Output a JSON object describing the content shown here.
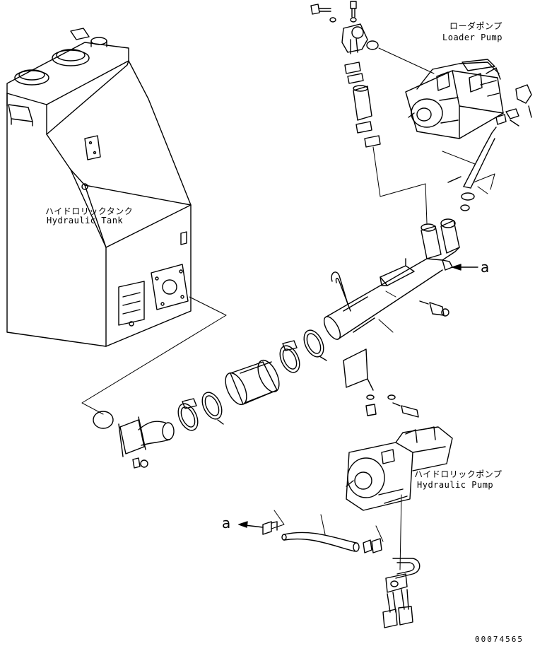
{
  "labels": {
    "loader_pump_jp": "ローダポンプ",
    "loader_pump_en": "Loader Pump",
    "hydraulic_tank_jp": "ハイドロリックタンク",
    "hydraulic_tank_en": "Hydraulic Tank",
    "hydraulic_pump_jp": "ハイドロリックポンプ",
    "hydraulic_pump_en": "Hydraulic Pump",
    "ref_a_top": "a",
    "ref_a_bottom": "a",
    "drawing_number": "00074565"
  }
}
